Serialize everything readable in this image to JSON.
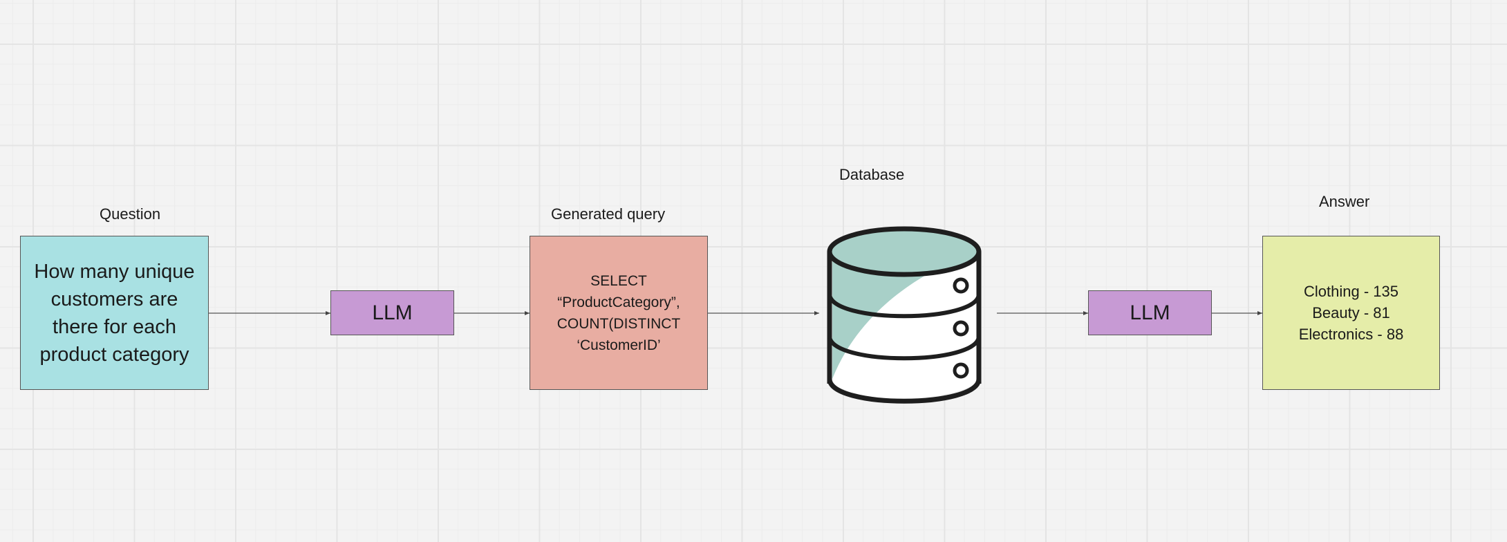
{
  "labels": {
    "question": "Question",
    "generated_query": "Generated query",
    "database": "Database",
    "answer": "Answer"
  },
  "boxes": {
    "question": "How many unique\ncustomers are\nthere for each\nproduct category",
    "llm_first": "LLM",
    "query": "SELECT\n“ProductCategory”,\nCOUNT(DISTINCT\n‘CustomerID’",
    "llm_second": "LLM",
    "answer": "Clothing - 135\nBeauty - 81\nElectronics - 88"
  },
  "colors": {
    "question_fill": "#a9e1e3",
    "llm_fill": "#c79ad4",
    "query_fill": "#e8ada2",
    "answer_fill": "#e5eda9",
    "database_fill": "#a8d0c8",
    "database_stroke": "#1e1e1e"
  },
  "icons": {
    "database": "database-icon"
  }
}
